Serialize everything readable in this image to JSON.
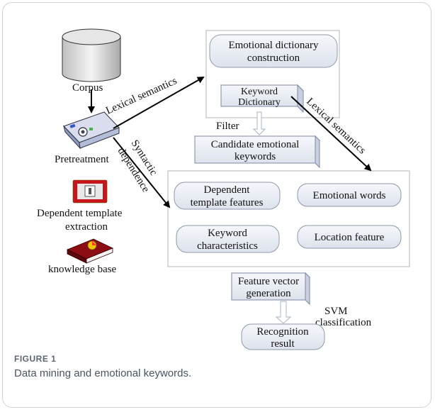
{
  "diagram": {
    "corpus_label": "Corpus",
    "pretreatment_label": "Pretreatment",
    "dependent_template_extraction_line1": "Dependent template",
    "dependent_template_extraction_line2": "extraction",
    "knowledge_base_label": "knowledge base",
    "emotional_dictionary_line1": "Emotional dictionary",
    "emotional_dictionary_line2": "construction",
    "keyword_dictionary_line1": "Keyword",
    "keyword_dictionary_line2": "Dictionary",
    "filter_label": "Filter",
    "candidate_line1": "Candidate emotional",
    "candidate_line2": "keywords",
    "dependent_features_line1": "Dependent",
    "dependent_features_line2": "template features",
    "emotional_words": "Emotional words",
    "keyword_characteristics_line1": "Keyword",
    "keyword_characteristics_line2": "characteristics",
    "location_feature": "Location feature",
    "feature_vector_line1": "Feature vector",
    "feature_vector_line2": "generation",
    "svm_line1": "SVM",
    "svm_line2": "classification",
    "recognition_line1": "Recognition",
    "recognition_line2": "result",
    "edge_lexical_semantics_1": "Lexical semantics",
    "edge_lexical_semantics_2": "Lexical semantics",
    "edge_syntactic_line1": "Syntactic",
    "edge_syntactic_line2": "dependence"
  },
  "caption": {
    "label": "FIGURE 1",
    "text": "Data mining and emotional keywords."
  }
}
